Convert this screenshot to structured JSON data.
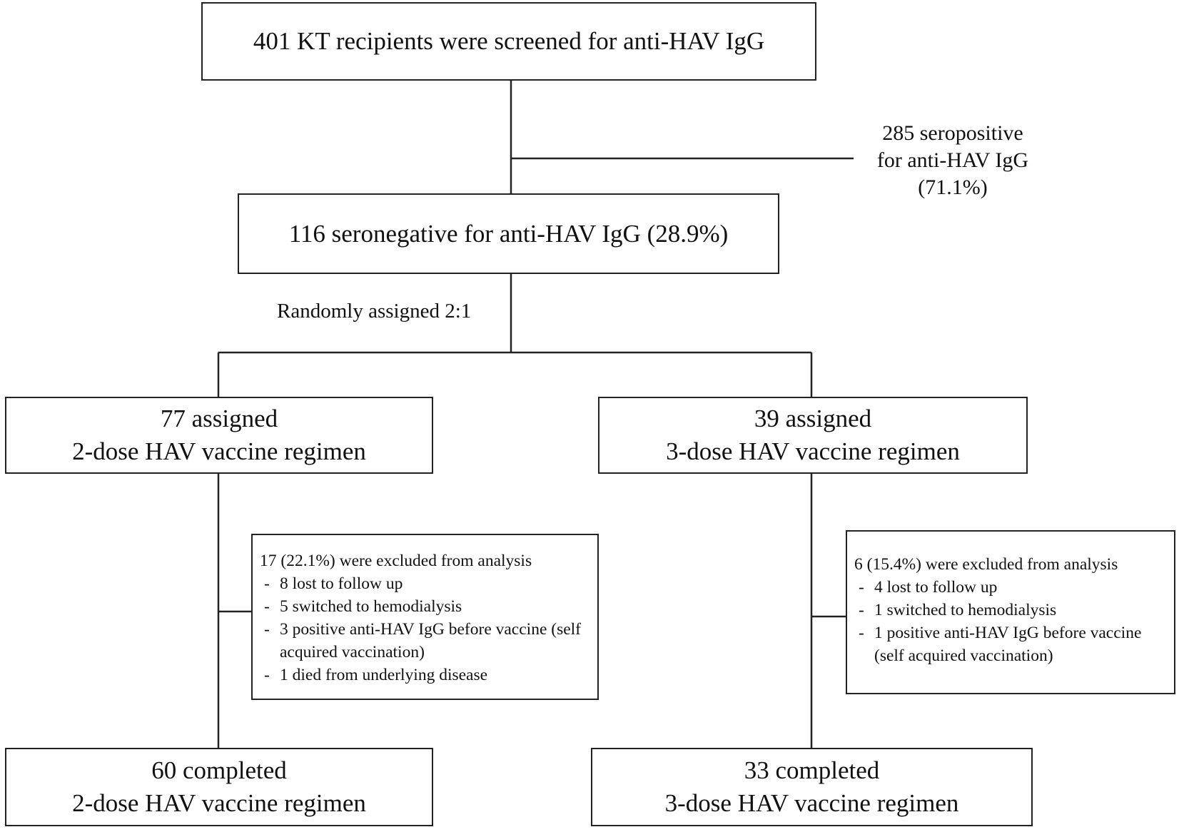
{
  "screening": {
    "text": "401 KT recipients were screened for anti-HAV IgG"
  },
  "seropositive": {
    "line1": "285 seropositive",
    "line2": "for anti-HAV IgG",
    "line3": "(71.1%)"
  },
  "seronegative": {
    "text": "116 seronegative for anti-HAV IgG (28.9%)"
  },
  "randomization": {
    "text": "Randomly assigned 2:1"
  },
  "arm_two_dose": {
    "assigned_line1": "77 assigned",
    "assigned_line2": "2-dose HAV vaccine regimen",
    "excluded_heading": "17 (22.1%) were excluded from analysis",
    "excluded_items": [
      "8 lost to follow up",
      "5 switched to hemodialysis",
      "3 positive anti-HAV IgG before vaccine (self acquired vaccination)",
      "1 died from underlying disease"
    ],
    "completed_line1": "60 completed",
    "completed_line2": "2-dose HAV vaccine regimen"
  },
  "arm_three_dose": {
    "assigned_line1": "39 assigned",
    "assigned_line2": "3-dose HAV vaccine regimen",
    "excluded_heading": "6 (15.4%) were excluded from analysis",
    "excluded_items": [
      "4 lost to follow up",
      "1 switched to hemodialysis",
      "1 positive anti-HAV IgG before vaccine (self acquired vaccination)"
    ],
    "completed_line1": "33 completed",
    "completed_line2": "3-dose HAV vaccine regimen"
  }
}
